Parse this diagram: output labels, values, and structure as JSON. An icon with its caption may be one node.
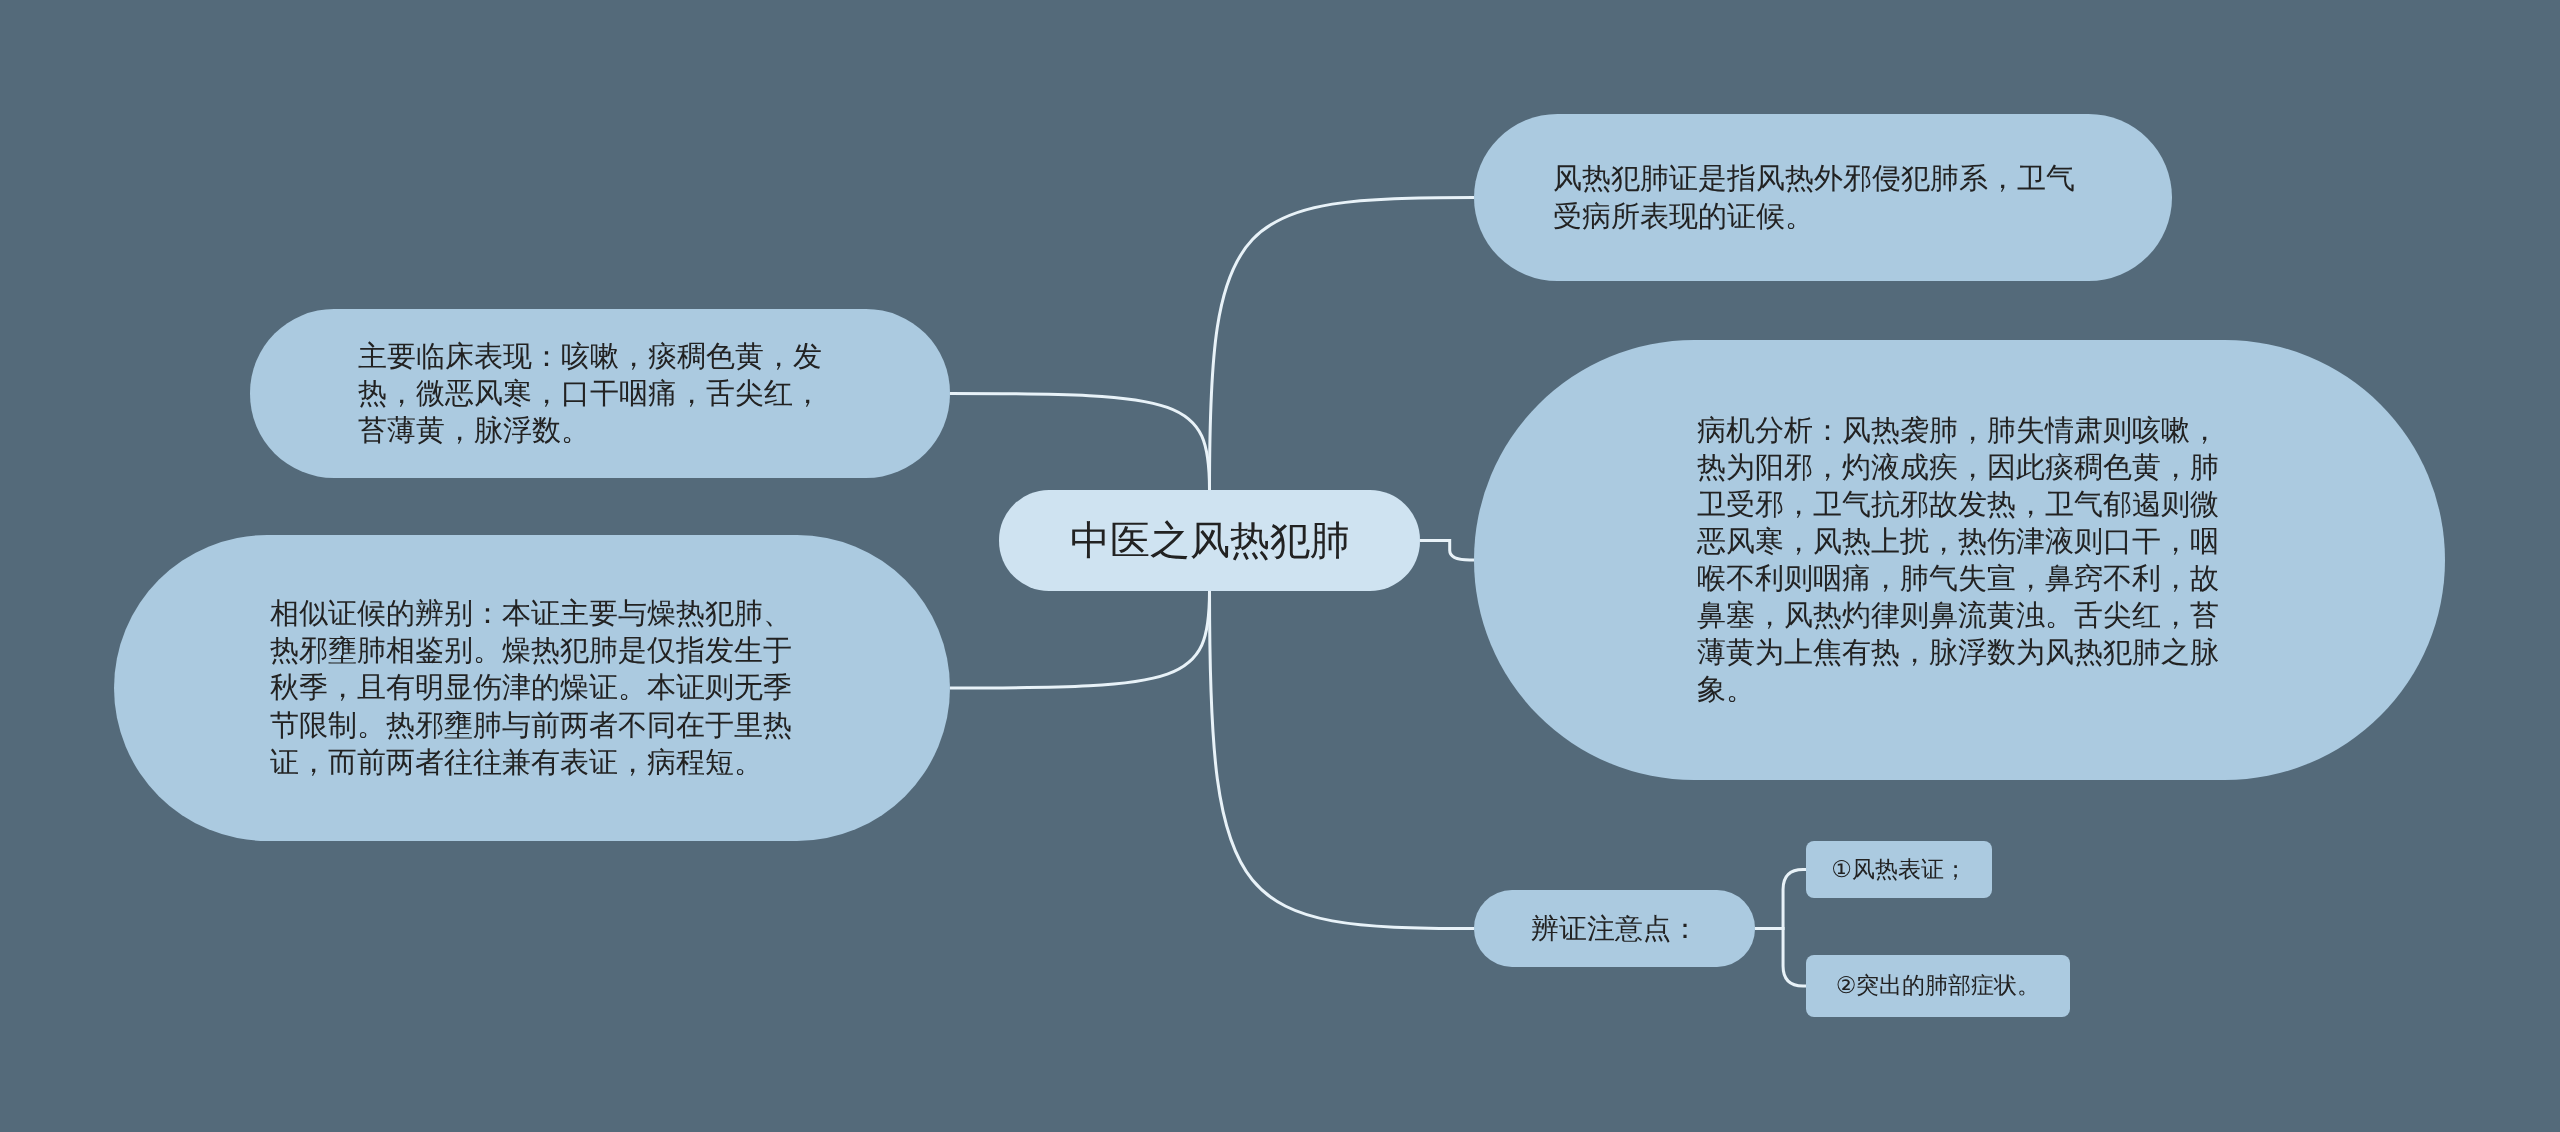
{
  "diagram": {
    "nodes": [
      {
        "text": [
          "中医之风热犯肺"
        ]
      },
      {
        "text": [
          "风热犯肺证是指风热外邪侵犯肺系，卫气受病所表现的证候。"
        ]
      },
      {
        "text": [
          "病机分析：风热袭肺，肺失情肃则咳嗽，热为阳邪，灼液成疾，因此痰稠色黄，肺卫受邪，卫气抗邪故发热，卫气郁遏则微恶风寒，风热上扰，热伤津液则口干，咽喉不利则咽痛，肺气失宣，鼻窍不利，故鼻塞，风热灼律则鼻流黄浊。舌尖红，苔薄黄为上焦有热，脉浮数为风热犯肺之脉象。"
        ]
      },
      {
        "text": [
          "辨证注意点："
        ]
      },
      {
        "text": [
          "①风热表证；"
        ]
      },
      {
        "text": [
          "②突出的肺部症状。"
        ]
      },
      {
        "text": [
          "主要临床表现：咳嗽，痰稠色黄，发热，微恶风寒，口干咽痛，舌尖红，苔薄黄，脉浮数。"
        ]
      },
      {
        "text": [
          "相似证候的辨别：本证主要与燥热犯肺、热邪壅肺相鉴别。燥热犯肺是仅指发生于秋季，且有明显伤津的燥证。本证则无季节限制。热邪壅肺与前两者不同在于里热证，而前两者往往兼有表证，病程短。"
        ]
      }
    ],
    "edges": [
      {
        "from": 0,
        "to": 1,
        "arrow": "none"
      },
      {
        "from": 0,
        "to": 2,
        "arrow": "none"
      },
      {
        "from": 0,
        "to": 3,
        "arrow": "none"
      },
      {
        "from": 3,
        "to": 4,
        "arrow": "none"
      },
      {
        "from": 3,
        "to": 5,
        "arrow": "none"
      },
      {
        "from": 0,
        "to": 6,
        "arrow": "none"
      },
      {
        "from": 0,
        "to": 7,
        "arrow": "none"
      }
    ]
  }
}
